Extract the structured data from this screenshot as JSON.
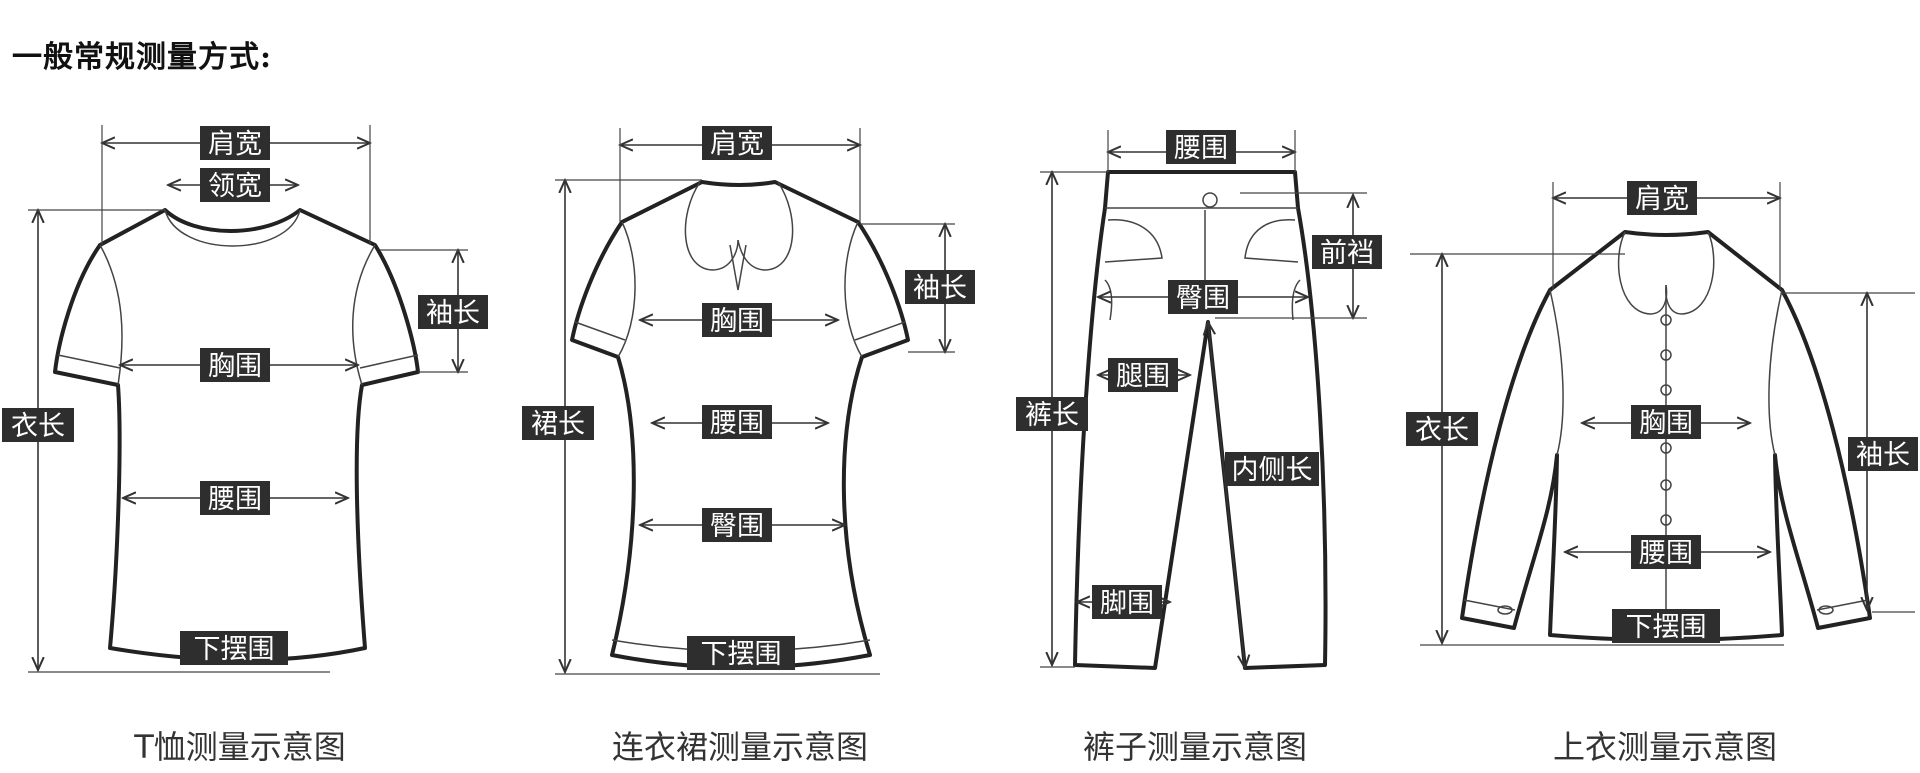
{
  "title": "一般常规测量方式:",
  "tshirt": {
    "caption": "T恤测量示意图",
    "labels": {
      "shoulder": "肩宽",
      "neck": "领宽",
      "sleeve": "袖长",
      "length": "衣长",
      "chest": "胸围",
      "waist": "腰围",
      "hem": "下摆围"
    }
  },
  "dress": {
    "caption": "连衣裙测量示意图",
    "labels": {
      "shoulder": "肩宽",
      "sleeve": "袖长",
      "length": "裙长",
      "chest": "胸围",
      "waist": "腰围",
      "hip": "臀围",
      "hem": "下摆围"
    }
  },
  "pants": {
    "caption": "裤子测量示意图",
    "labels": {
      "waist": "腰围",
      "rise": "前裆",
      "hip": "臀围",
      "length": "裤长",
      "thigh": "腿围",
      "inseam": "内侧长",
      "leg_opening": "脚围"
    }
  },
  "shirt": {
    "caption": "上衣测量示意图",
    "labels": {
      "shoulder": "肩宽",
      "length": "衣长",
      "chest": "胸围",
      "sleeve": "袖长",
      "waist": "腰围",
      "hem": "下摆围"
    }
  }
}
